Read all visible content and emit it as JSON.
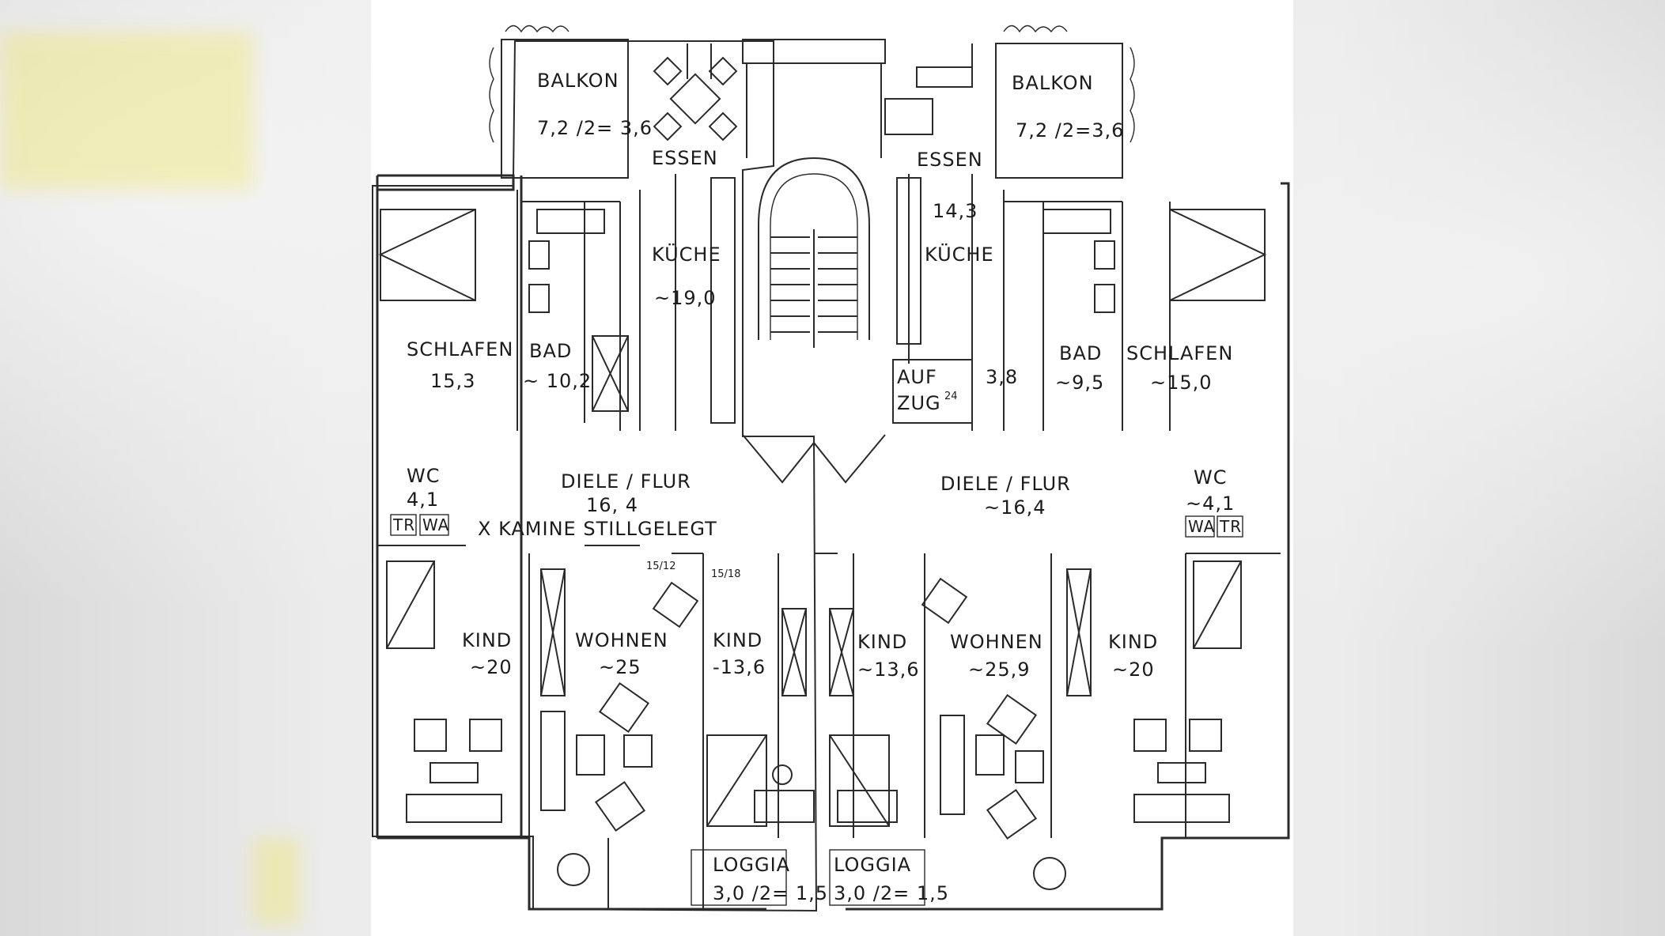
{
  "left_apartment": {
    "balkon": {
      "label": "BALKON",
      "area": "7,2 /2= 3,6"
    },
    "essen": {
      "label": "ESSEN"
    },
    "kueche": {
      "label": "KÜCHE",
      "area": "~19,0"
    },
    "schlafen": {
      "label": "SCHLAFEN",
      "area": "15,3"
    },
    "bad": {
      "label": "BAD",
      "area": "~ 10,2"
    },
    "wc": {
      "label": "WC",
      "area": "4,1"
    },
    "tr": "TR",
    "wa": "WA",
    "diele": {
      "label": "DIELE / FLUR",
      "area": "16, 4"
    },
    "kamine": "X   KAMINE  STILLGELEGT",
    "kind1": {
      "label": "KIND",
      "area": "~20"
    },
    "wohnen": {
      "label": "WOHNEN",
      "area": "~25"
    },
    "kind2": {
      "label": "KIND",
      "area": "-13,6"
    },
    "loggia": {
      "label": "LOGGIA",
      "area": "3,0 /2= 1,5"
    },
    "marks": [
      "15/12",
      "15/18"
    ]
  },
  "right_apartment": {
    "balkon": {
      "label": "BALKON",
      "area": "7,2 /2=3,6"
    },
    "essen": {
      "label": "ESSEN"
    },
    "kueche": {
      "label": "KÜCHE",
      "area": "14,3"
    },
    "aufzug": {
      "label1": "AUF",
      "label2": "ZUG",
      "sup": "24"
    },
    "vorraum_area": "3,8",
    "bad": {
      "label": "BAD",
      "area": "~9,5"
    },
    "schlafen": {
      "label": "SCHLAFEN",
      "area": "~15,0"
    },
    "wc": {
      "label": "WC",
      "area": "~4,1"
    },
    "wa": "WA",
    "tr": "TR",
    "diele": {
      "label": "DIELE / FLUR",
      "area": "~16,4"
    },
    "kind1": {
      "label": "KIND",
      "area": "~13,6"
    },
    "wohnen": {
      "label": "WOHNEN",
      "area": "~25,9"
    },
    "kind2": {
      "label": "KIND",
      "area": "~20"
    },
    "loggia": {
      "label": "LOGGIA",
      "area": "3,0 /2= 1,5"
    }
  },
  "colors": {
    "highlight": "#f2e600",
    "ink": "#2b2b2b",
    "paper": "#ffffff"
  }
}
